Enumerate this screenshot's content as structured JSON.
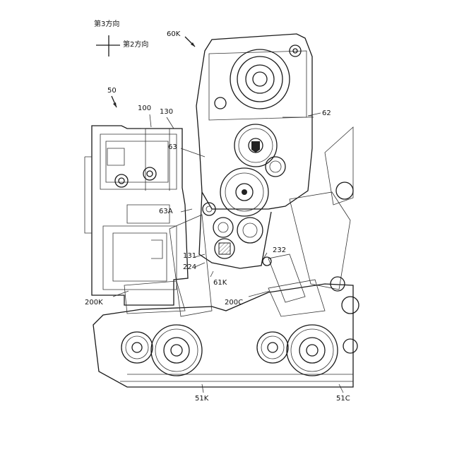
{
  "direction_indicator": {
    "vertical_label": "第3方向",
    "horizontal_label": "第2方向"
  },
  "labels": {
    "l_60K": "60K",
    "l_50": "50",
    "l_100": "100",
    "l_130": "130",
    "l_62": "62",
    "l_63": "63",
    "l_63A": "63A",
    "l_131": "131",
    "l_224": "224",
    "l_232": "232",
    "l_61K": "61K",
    "l_200K": "200K",
    "l_200C": "200C",
    "l_51K": "51K",
    "l_51C": "51C"
  }
}
